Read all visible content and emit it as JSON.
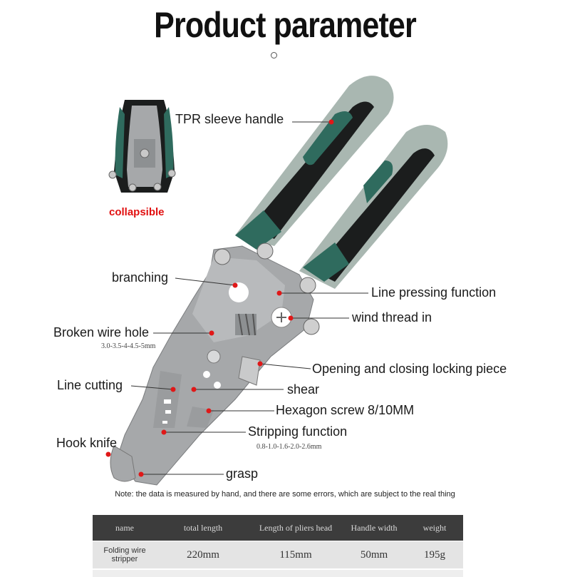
{
  "title": "Product parameter",
  "callouts": {
    "tpr_sleeve_handle": "TPR sleeve handle",
    "collapsible": "collapsible",
    "branching": "branching",
    "line_pressing_function": "Line pressing function",
    "wind_thread_in": "wind thread in",
    "broken_wire_hole": "Broken wire hole",
    "broken_wire_hole_sizes": "3.0-3.5-4-4.5-5mm",
    "opening_closing_locking_piece": "Opening and closing locking piece",
    "line_cutting": "Line cutting",
    "shear": "shear",
    "hexagon_screw": "Hexagon screw 8/10MM",
    "stripping_function": "Stripping function",
    "stripping_sizes": "0.8-1.0-1.6-2.0-2.6mm",
    "hook_knife": "Hook knife",
    "grasp": "grasp"
  },
  "note": "Note: the data is measured by hand, and there are some errors, which are subject to the real thing",
  "table": {
    "headers": [
      "name",
      "total length",
      "Length of pliers head",
      "Handle width",
      "weight"
    ],
    "rows": [
      [
        "Folding wire stripper",
        "220mm",
        "115mm",
        "50mm",
        "195g"
      ]
    ]
  },
  "colors": {
    "callout_dot": "#e01818",
    "handle_green": "#2f6b5e",
    "handle_grey": "#a9b7b1",
    "handle_black": "#1b1d1d",
    "steel": "#a6a8aa",
    "table_header": "#3c3c3c"
  }
}
